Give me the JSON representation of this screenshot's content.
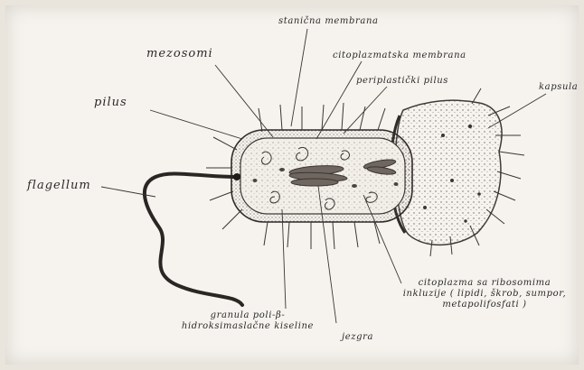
{
  "labels": {
    "stanicna_membrana": "stanična membrana",
    "citoplazmatska_membrana": "citoplazmatska membrana",
    "mezosomi": "mezosomi",
    "periplasticki_pilus": "periplastički pilus",
    "kapsula": "kapsula",
    "pilus": "pilus",
    "flagellum": "flagellum",
    "citoplazma": "citoplazma sa ribosomima inkluzije ( lipidi, škrob, sumpor, metapolifosfati )",
    "granula": "granula poli-β-hidroksimaslačne kiseline",
    "jezgra": "jezgra"
  }
}
